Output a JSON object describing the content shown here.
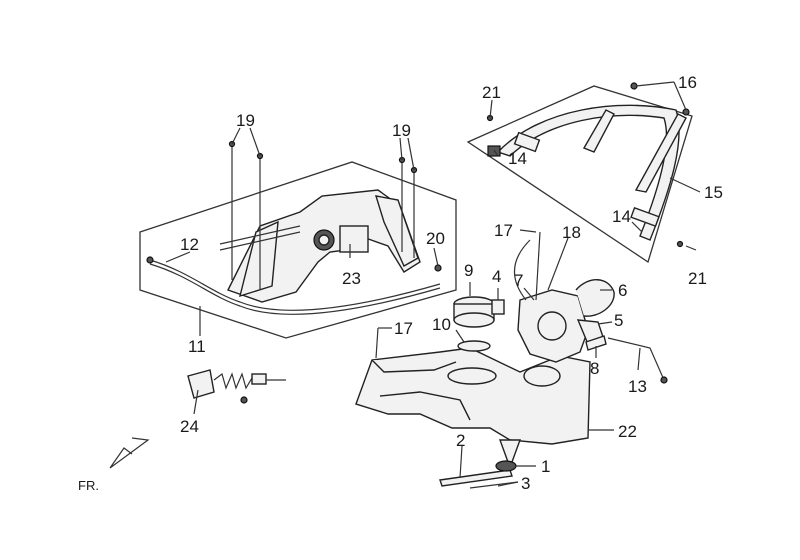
{
  "diagram": {
    "orientation_label": "FR.",
    "callouts": [
      "1",
      "2",
      "3",
      "4",
      "5",
      "6",
      "7",
      "8",
      "9",
      "10",
      "11",
      "12",
      "13",
      "14",
      "14",
      "15",
      "16",
      "17",
      "17",
      "18",
      "19",
      "19",
      "20",
      "21",
      "21",
      "22",
      "23",
      "24"
    ]
  }
}
